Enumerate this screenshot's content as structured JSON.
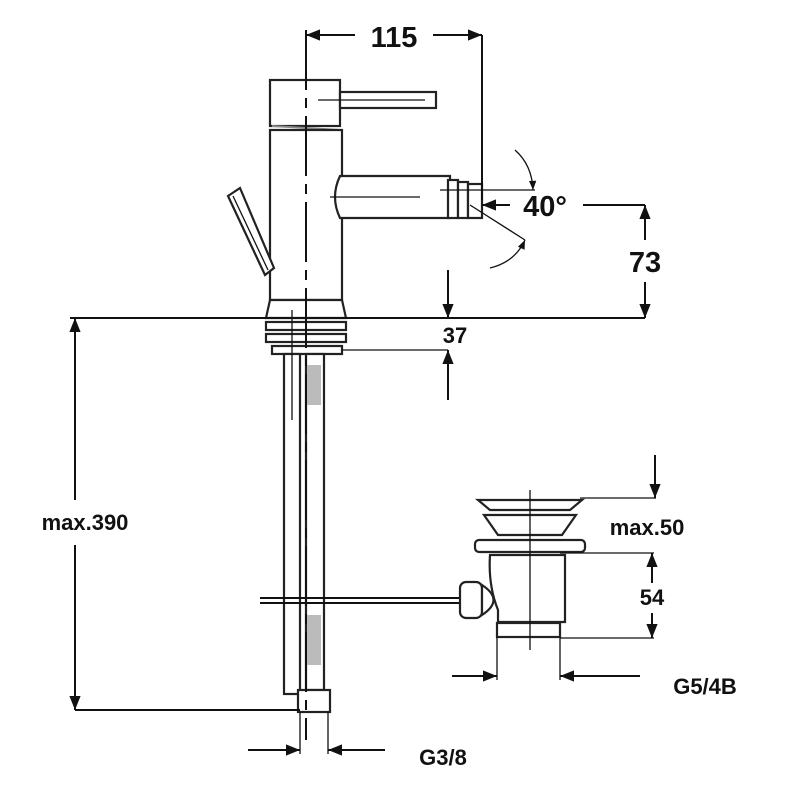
{
  "title": "Bidet mixer technical drawing",
  "dimensions": {
    "spout_reach": "115",
    "spout_angle": "40°",
    "spout_height": "73",
    "deck_thickness": "37",
    "max_hose_length": "max.390",
    "drain_lift": "max.50",
    "drain_height": "54",
    "drain_thread": "G5/4B",
    "inlet_thread": "G3/8"
  },
  "colors": {
    "line": "#111111",
    "background": "#ffffff"
  }
}
